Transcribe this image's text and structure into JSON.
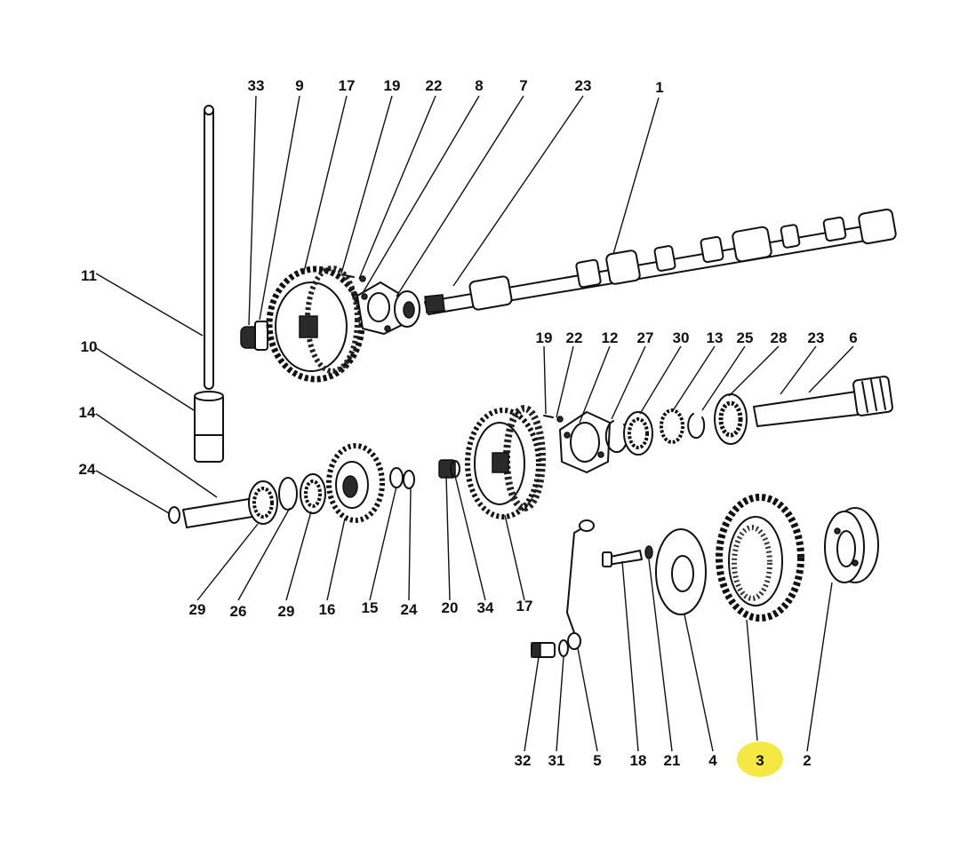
{
  "labels": {
    "top": [
      "33",
      "9",
      "17",
      "19",
      "22",
      "8",
      "7",
      "23",
      "1"
    ],
    "left": [
      "11",
      "10",
      "14",
      "24"
    ],
    "mid": [
      "19",
      "22",
      "12",
      "27",
      "30",
      "13",
      "25",
      "28",
      "23",
      "6"
    ],
    "bottom": [
      "29",
      "26",
      "29",
      "16",
      "15",
      "24",
      "20",
      "34",
      "17"
    ],
    "lower_right": [
      "32",
      "31",
      "5",
      "18",
      "21",
      "4",
      "3",
      "2"
    ]
  },
  "highlight": {
    "label": "3",
    "color": "#f5e630"
  },
  "colors": {
    "ink": "#111111",
    "background": "#ffffff"
  }
}
